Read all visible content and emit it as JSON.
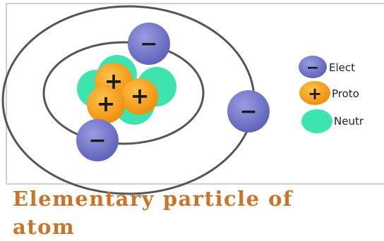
{
  "colors": {
    "electron": "#6b6fc4",
    "proton": "#f39a14",
    "neutron": "#3ee4b0",
    "orbit": "#555555",
    "caption": "#c8742a"
  },
  "symbols": {
    "electron": "−",
    "proton": "+"
  },
  "legend": [
    {
      "name": "electron",
      "icon": "minus-icon",
      "label": "Elect"
    },
    {
      "name": "proton",
      "icon": "plus-icon",
      "label": "Proto"
    },
    {
      "name": "neutron",
      "icon": "",
      "label": "Neutr"
    }
  ],
  "caption": "Elementary particle of atom"
}
